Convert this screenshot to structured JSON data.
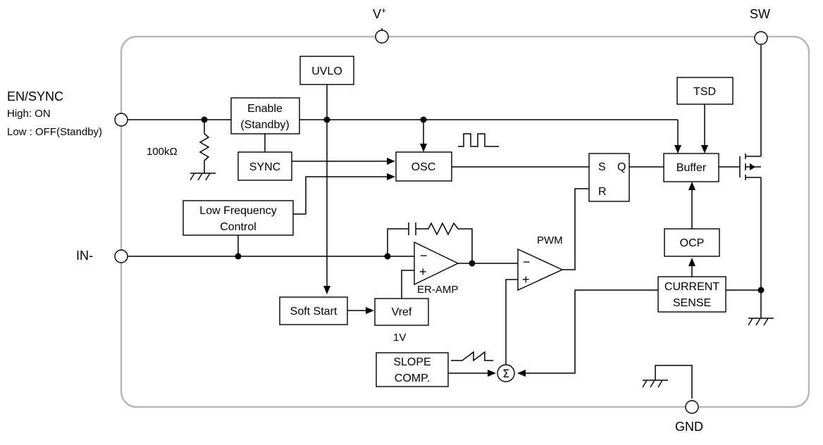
{
  "pins": {
    "vplus": "V",
    "vplus_sup": "+",
    "sw": "SW",
    "en_sync": "EN/SYNC",
    "en_high": "High: ON",
    "en_low": "Low : OFF(Standby)",
    "in_minus": "IN-",
    "gnd": "GND"
  },
  "blocks": {
    "uvlo": "UVLO",
    "enable_line1": "Enable",
    "enable_line2": "(Standby)",
    "sync": "SYNC",
    "osc": "OSC",
    "low_freq_line1": "Low  Frequency",
    "low_freq_line2": "Control",
    "sr_s": "S",
    "sr_q": "Q",
    "sr_r": "R",
    "buffer": "Buffer",
    "tsd": "TSD",
    "ocp": "OCP",
    "current_sense_line1": "CURRENT",
    "current_sense_line2": "SENSE",
    "soft_start": "Soft Start",
    "vref": "Vref",
    "slope_line1": "SLOPE",
    "slope_line2": "COMP."
  },
  "labels": {
    "resistor": "100kΩ",
    "pwm": "PWM",
    "er_amp": "ER-AMP",
    "vref_value": "1V",
    "sum_symbol": "Σ",
    "minus": "−",
    "plus": "+"
  }
}
